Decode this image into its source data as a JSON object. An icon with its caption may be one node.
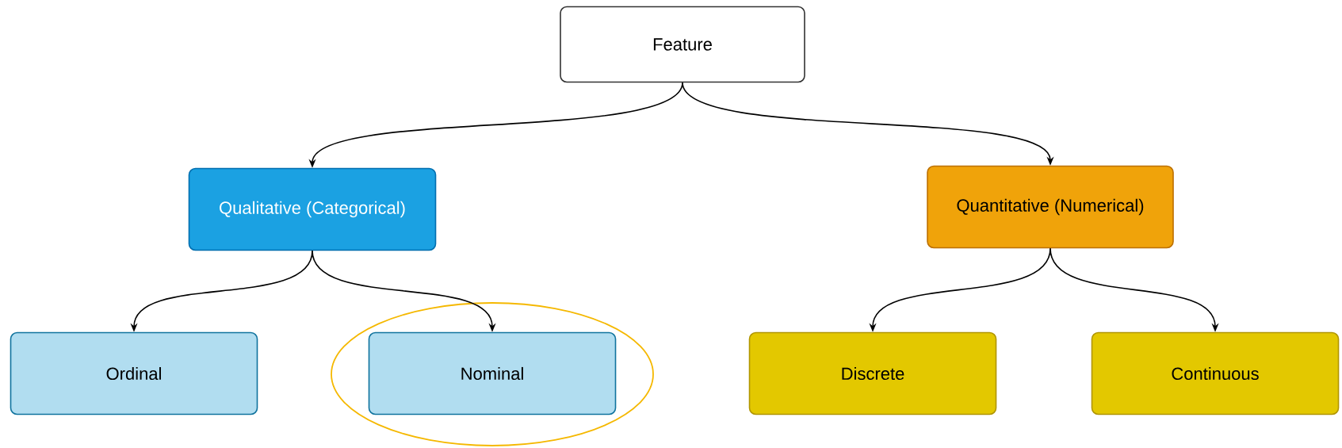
{
  "diagram": {
    "nodes": [
      {
        "text": [
          "Feature"
        ]
      },
      {
        "text": [
          "Qualitative (Categorical)"
        ]
      },
      {
        "text": [
          "Quantitative (Numerical)"
        ]
      },
      {
        "text": [
          "Ordinal"
        ]
      },
      {
        "text": [
          "Nominal"
        ]
      },
      {
        "text": [
          "Discrete"
        ]
      },
      {
        "text": [
          "Continuous"
        ]
      }
    ],
    "edges": [
      {
        "from": 0,
        "to": 1,
        "arrow": "to"
      },
      {
        "from": 0,
        "to": 2,
        "arrow": "to"
      },
      {
        "from": 1,
        "to": 3,
        "arrow": "to"
      },
      {
        "from": 1,
        "to": 4,
        "arrow": "to"
      },
      {
        "from": 2,
        "to": 5,
        "arrow": "to"
      },
      {
        "from": 2,
        "to": 6,
        "arrow": "to"
      }
    ]
  }
}
